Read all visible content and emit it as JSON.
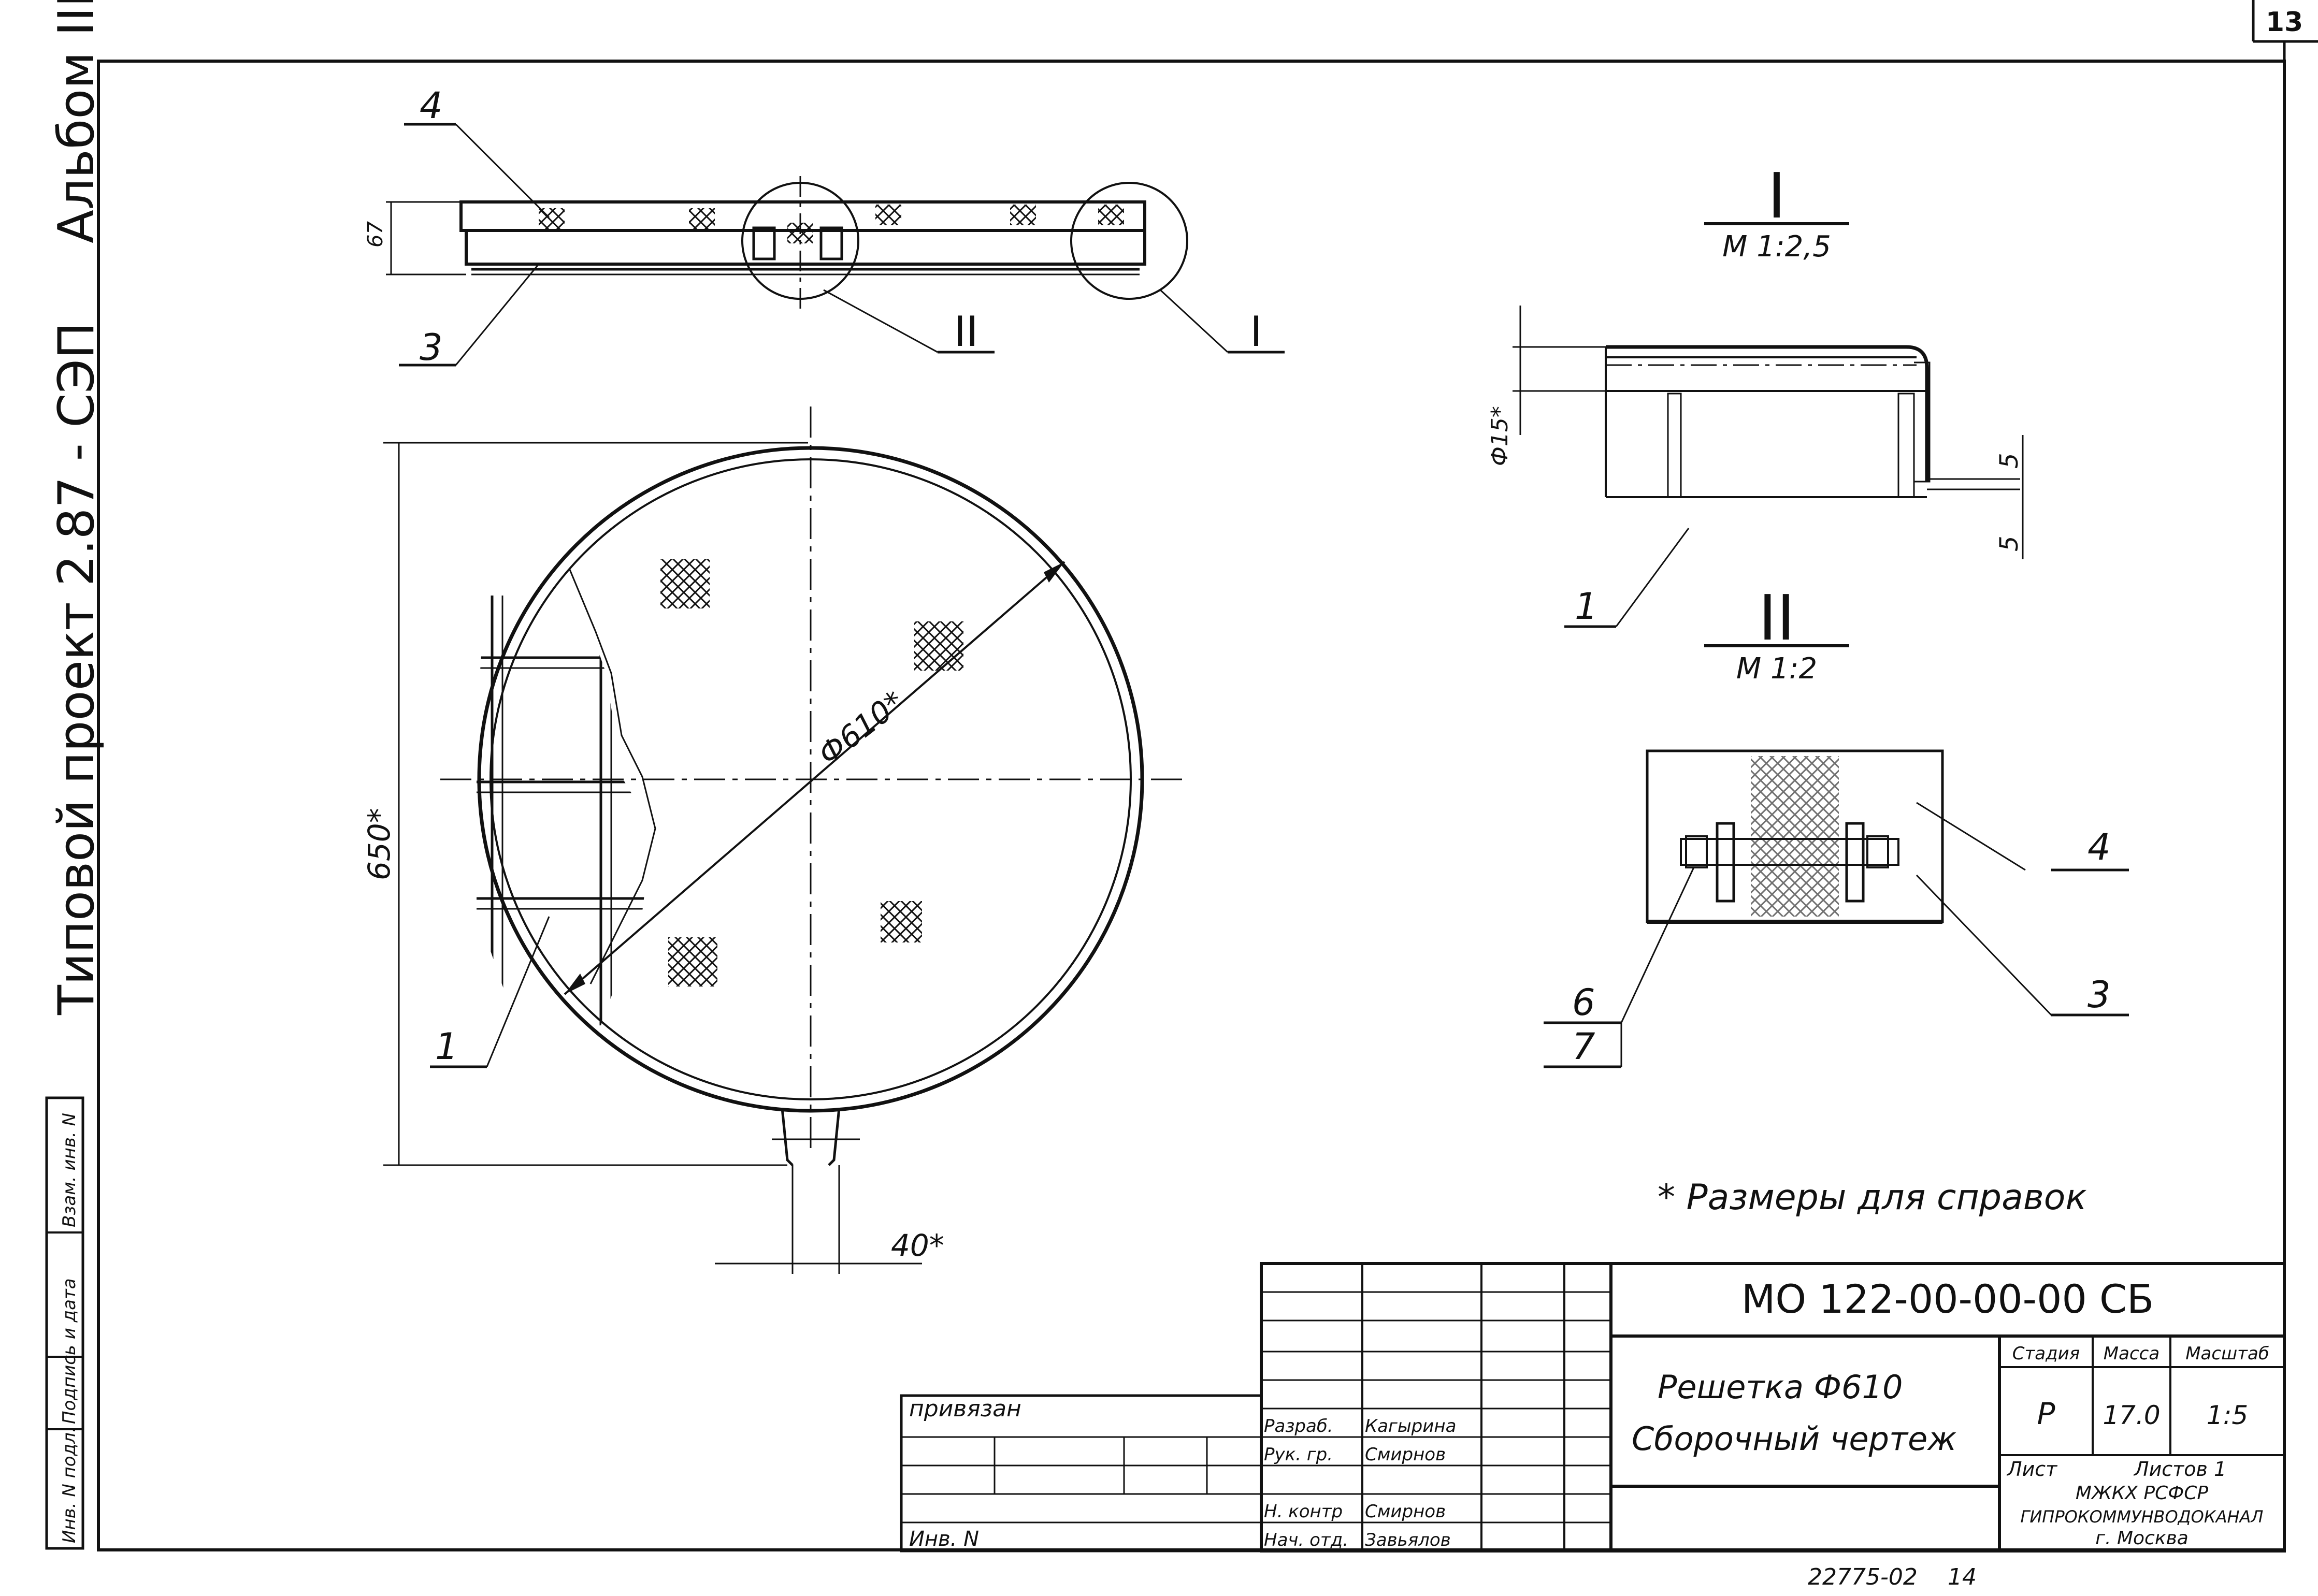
{
  "sheet": {
    "page_number": "13",
    "bottom_ref": "22775-02",
    "bottom_page": "14"
  },
  "side_stamp": {
    "album": "Альбом III",
    "project": "Типовой проект 2.87 - СЭП"
  },
  "left_stamp": {
    "cells": [
      "Инв. N подл.",
      "Подпись и дата",
      "Взам. инв. N"
    ]
  },
  "views": {
    "top": {
      "height_dim": "67",
      "callouts": [
        "4",
        "3"
      ],
      "section_refs": [
        "II",
        "I"
      ]
    },
    "plan": {
      "diameter": "Ф610*",
      "height": "650*",
      "tab_width": "40*",
      "callout": "1"
    },
    "detail_I": {
      "title": "I",
      "scale": "М 1:2,5",
      "dia": "Ф15*",
      "dim_a": "5",
      "dim_b": "5",
      "callout": "1"
    },
    "detail_II": {
      "title": "II",
      "scale": "М 1:2",
      "callouts": [
        "4",
        "3",
        "6",
        "7"
      ]
    }
  },
  "note": "* Размеры для справок",
  "title_block": {
    "doc_code": "МО 122-00-00-00 СБ",
    "title_line1": "Решетка Ф610",
    "title_line2": "Сборочный чертеж",
    "privyazan": "привязан",
    "inv_n": "Инв. N",
    "roles": [
      {
        "role": "Разраб.",
        "name": "Кагырина"
      },
      {
        "role": "Рук. гр.",
        "name": "Смирнов"
      },
      {
        "role": "Н. контр",
        "name": "Смирнов"
      },
      {
        "role": "Нач. отд.",
        "name": "Завьялов"
      }
    ],
    "col_headers": [
      "Стадия",
      "Масса",
      "Масштаб"
    ],
    "values": [
      "Р",
      "17.0",
      "1:5"
    ],
    "sheet_label": "Лист",
    "sheets_label": "Листов 1",
    "org1": "МЖКХ РСФСР",
    "org2": "ГИПРОКОММУНВОДОКАНАЛ",
    "org3": "г. Москва"
  }
}
